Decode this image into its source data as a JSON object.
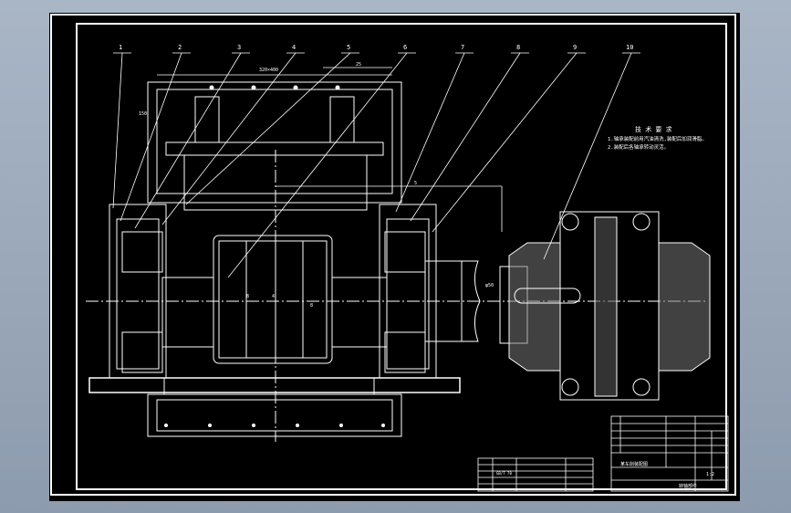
{
  "drawing": {
    "balloons": [
      "1",
      "2",
      "3",
      "4",
      "5",
      "6",
      "7",
      "8",
      "9",
      "10"
    ],
    "tech_req_title": "技 术 要 求",
    "tech_req_1": "1.轴承装配前用汽油清洗,装配后加润滑脂。",
    "tech_req_2": "2.装配后各轴承转动灵活。",
    "dim_top_1": "320×400",
    "dim_top_2": "25",
    "dim_left": "150",
    "dim_right": "5",
    "dim_shaft": "φ50",
    "dim_center_1": "8",
    "dim_center_2": "4",
    "dim_center_3": "8"
  },
  "title_block": {
    "bom_left_rows": [
      "",
      "",
      "",
      "",
      ""
    ],
    "bom_left_std": "GB/T 70",
    "name": "某车削装配图",
    "subtitle": "转轴部件",
    "scale": "1:2"
  },
  "colors": {
    "sheet": "#000000",
    "line": "#ffffff",
    "desktop": "#9aa8ba"
  }
}
